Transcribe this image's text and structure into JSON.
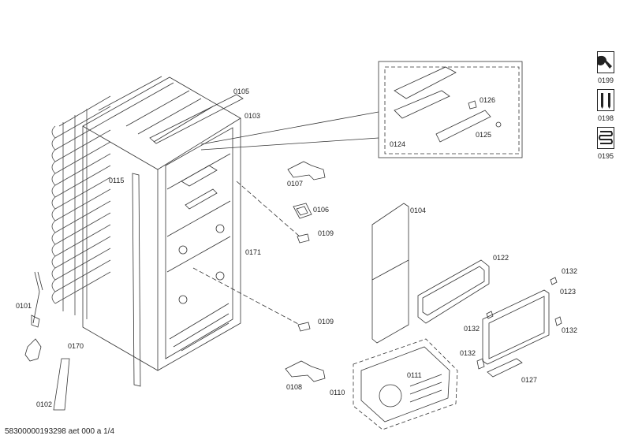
{
  "parts": {
    "p0105": "0105",
    "p0103": "0103",
    "p0115": "0115",
    "p0171": "0171",
    "p0170": "0170",
    "p0101": "0101",
    "p0102": "0102",
    "p0107": "0107",
    "p0106": "0106",
    "p0109a": "0109",
    "p0109b": "0109",
    "p0108": "0108",
    "p0126": "0126",
    "p0125": "0125",
    "p0124": "0124",
    "p0104": "0104",
    "p0122": "0122",
    "p0132a": "0132",
    "p0123": "0123",
    "p0132b": "0132",
    "p0132c": "0132",
    "p0132d": "0132",
    "p0127": "0127",
    "p0111": "0111",
    "p0110": "0110"
  },
  "side_panel": {
    "tool_label": "0199",
    "accessory_label": "0198",
    "coil_label": "0195"
  },
  "footer": "58300000193298 aet 000 a 1/4"
}
